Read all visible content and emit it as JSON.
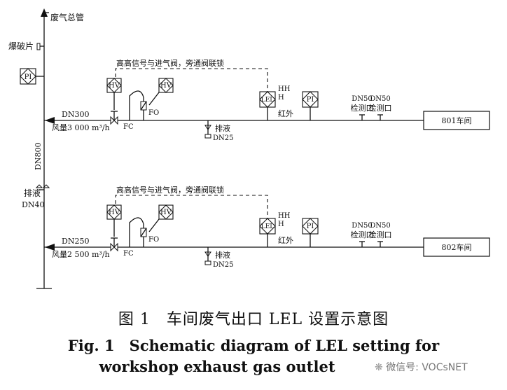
{
  "header_pipe_label": "废气总管",
  "rupture_disk_label": "爆破片",
  "main_pipe_size": "DN800",
  "header_pi": "PI",
  "drain_main": {
    "label": "排液",
    "size": "DN40"
  },
  "branches": [
    {
      "interlock_note": "高高信号与进气阀，旁通阀联锁",
      "pipe_size": "DN300",
      "airflow": "风量3 000 m³/h",
      "fc": "FC",
      "fo": "FO",
      "hv1": "HV",
      "hv2": "HV",
      "lel": "LEL",
      "hh": "HH",
      "h": "H",
      "infrared": "红外",
      "pi": "PI",
      "drain": "排液",
      "drain_size": "DN25",
      "port1_size": "DN50",
      "port1_label": "检测口",
      "port2_size": "DN50",
      "port2_label": "检测口",
      "workshop": "801车间"
    },
    {
      "interlock_note": "高高信号与进气阀，旁通阀联锁",
      "pipe_size": "DN250",
      "airflow": "风量2 500 m³/h",
      "fc": "FC",
      "fo": "FO",
      "hv1": "HV",
      "hv2": "HV",
      "lel": "LEL",
      "hh": "HH",
      "h": "H",
      "infrared": "红外",
      "pi": "PI",
      "drain": "排液",
      "drain_size": "DN25",
      "port1_size": "DN50",
      "port1_label": "检测口",
      "port2_size": "DN50",
      "port2_label": "检测口",
      "workshop": "802车间"
    }
  ],
  "caption_cn": "图 1　车间废气出口 LEL 设置示意图",
  "caption_en_line1": "Fig. 1　Schematic diagram of LEL setting for",
  "caption_en_line2": "workshop exhaust gas outlet",
  "watermark": "微信号: VOCsNET"
}
